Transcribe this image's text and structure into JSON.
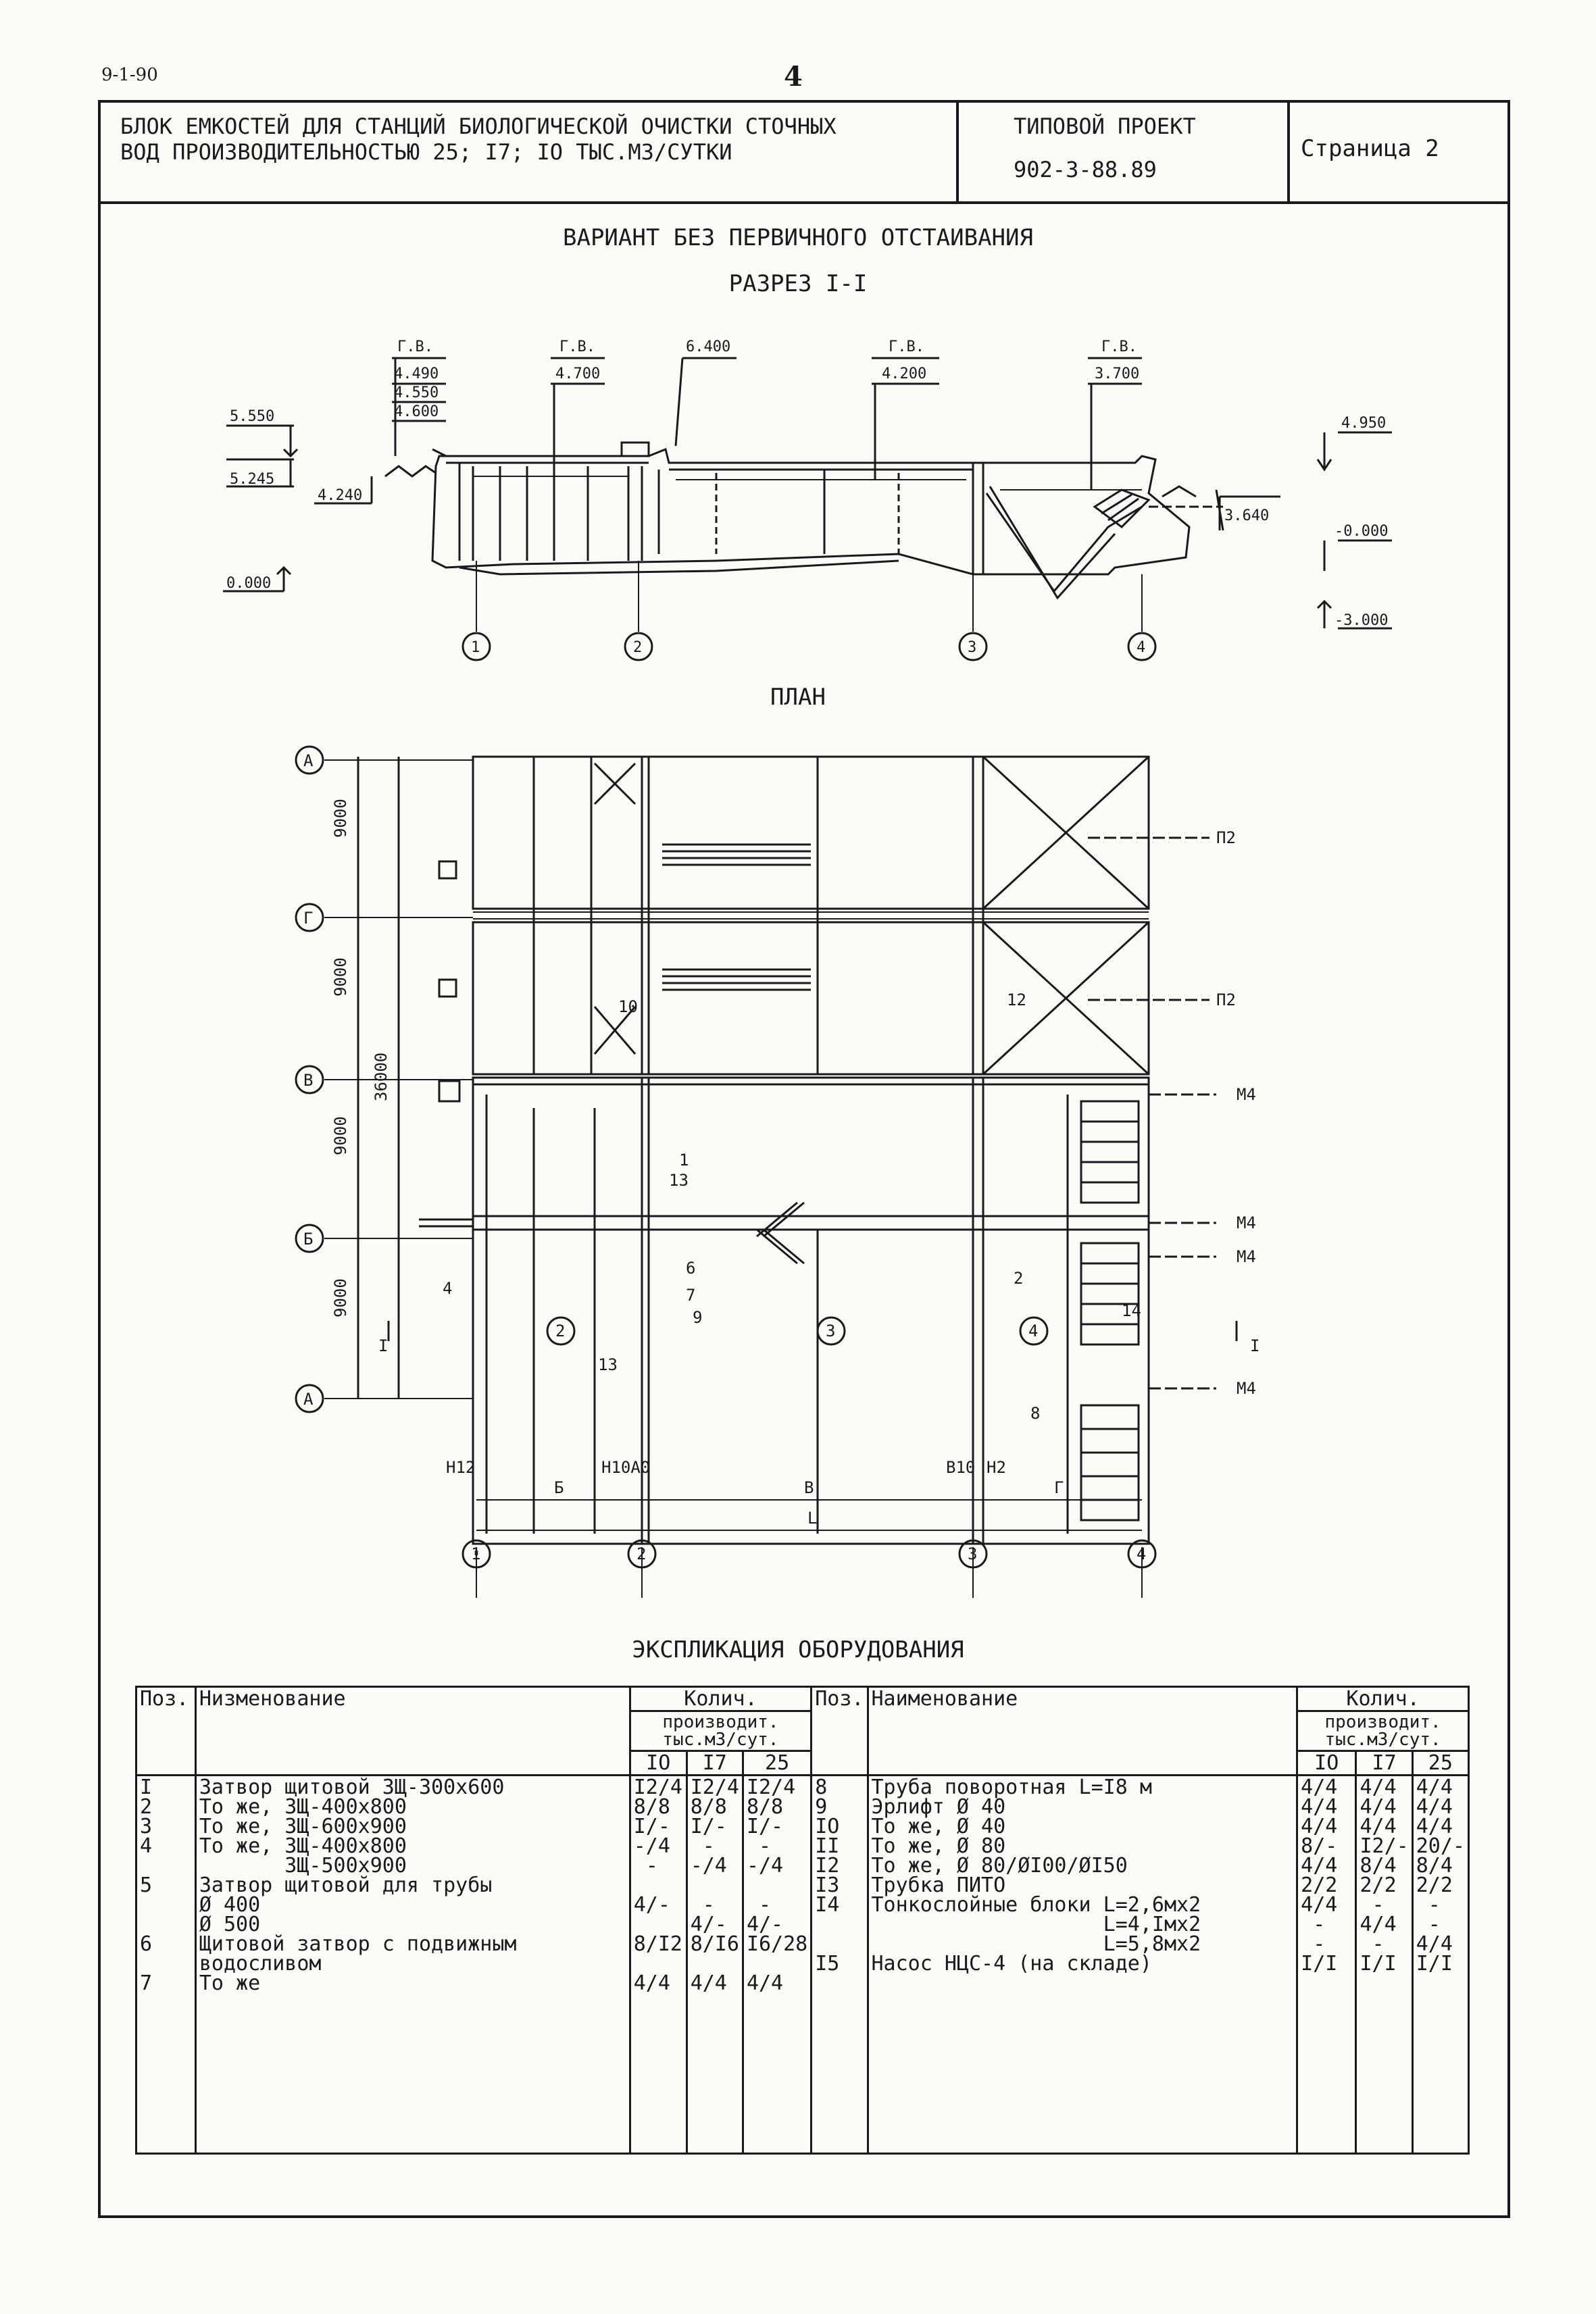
{
  "header": {
    "sheet_code": "9-1-90",
    "page_number": "4",
    "title_line1": "БЛОК ЕМКОСТЕЙ ДЛЯ СТАНЦИЙ БИОЛОГИЧЕСКОЙ ОЧИСТКИ СТОЧНЫХ",
    "title_line2": "ВОД ПРОИЗВОДИТЕЛЬНОСТЬЮ 25; I7; IO ТЫС.М3/СУТКИ",
    "project_type": "ТИПОВОЙ ПРОЕКТ",
    "project_code": "902-3-88.89",
    "page_label": "Страница 2"
  },
  "section": {
    "variant": "ВАРИАНТ БЕЗ ПЕРВИЧНОГО ОТСТАИВАНИЯ",
    "title": "РАЗРЕЗ I-I",
    "levels": {
      "gv": "Г.В.",
      "l4490": "4.490",
      "l4550": "4.550",
      "l4600": "4.600",
      "l4700": "4.700",
      "l6400": "6.400",
      "l4200": "4.200",
      "l3700": "3.700",
      "l5550": "5.550",
      "l5245": "5.245",
      "l4240": "4.240",
      "l0000": "0.000",
      "l3640": "3.640",
      "l4950": "4.950",
      "lm0000": "-0.000",
      "lm3000": "-3.000"
    },
    "axes": [
      "1",
      "2",
      "3",
      "4"
    ]
  },
  "plan": {
    "title": "ПЛАН",
    "row_axes": [
      "А",
      "Г",
      "В",
      "Б",
      "А"
    ],
    "col_axes": [
      "1",
      "2",
      "3",
      "4"
    ],
    "dims": {
      "d9000": "9000",
      "d36000": "36000"
    },
    "spans": {
      "b": "Б",
      "v": "В",
      "g": "Г",
      "l": "L"
    },
    "pipes": {
      "p2": "П2",
      "m4": "М4"
    },
    "bottom_marks": {
      "m1": "Н12",
      "m2": "Н10А0",
      "m3": "В10",
      "m4": "Н2"
    },
    "section_mark": "I",
    "positions": [
      "1",
      "2",
      "4",
      "6",
      "7",
      "8",
      "9",
      "10",
      "12",
      "13",
      "13",
      "14"
    ],
    "zones": [
      "2",
      "3",
      "4"
    ]
  },
  "equipment": {
    "title": "ЭКСПЛИКАЦИЯ ОБОРУДОВАНИЯ",
    "headers": {
      "pos": "Поз.",
      "name_left": "Низменование",
      "name_right": "Наименование",
      "qty": "Колич.",
      "capacity": "производит.\nтыс.м3/сут.",
      "c10": "IO",
      "c17": "I7",
      "c25": "25"
    },
    "left": {
      "pos": "I\n2\n3\n4\n\n5\n\n\n6\n\n7",
      "name": "Затвор щитовой ЗЩ-300х600\nТо же, ЗЩ-400х800\nТо же, ЗЩ-600х900\nТо же, ЗЩ-400х800\n       ЗЩ-500х900\nЗатвор щитовой для трубы\nØ 400\nØ 500\nЩитовой затвор с подвижным\nводосливом\nТо же",
      "q10": "I2/4\n8/8\nI/-\n-/4\n -\n\n4/-\n\n8/I2\n\n4/4",
      "q17": "I2/4\n8/8\nI/-\n -\n-/4\n\n -\n4/-\n8/I6\n\n4/4",
      "q25": "I2/4\n8/8\nI/-\n -\n-/4\n\n -\n4/-\nI6/28\n\n4/4"
    },
    "right": {
      "pos": "8\n9\nIO\nII\nI2\nI3\nI4\n\n\nI5",
      "name": "Труба поворотная L=I8 м\nЭрлифт Ø 40\nТо же, Ø 40\nТо же, Ø 80\nТо же, Ø 80/ØI00/ØI50\nТрубка ПИТО\nТонкослойные блоки L=2,6мх2\n                   L=4,Iмх2\n                   L=5,8мх2\nНасос НЦС-4 (на складе)",
      "q10": "4/4\n4/4\n4/4\n8/-\n4/4\n2/2\n4/4\n -\n -\nI/I",
      "q17": "4/4\n4/4\n4/4\nI2/-\n8/4\n2/2\n -\n4/4\n -\nI/I",
      "q25": "4/4\n4/4\n4/4\n20/-\n8/4\n2/2\n -\n -\n4/4\nI/I"
    }
  }
}
